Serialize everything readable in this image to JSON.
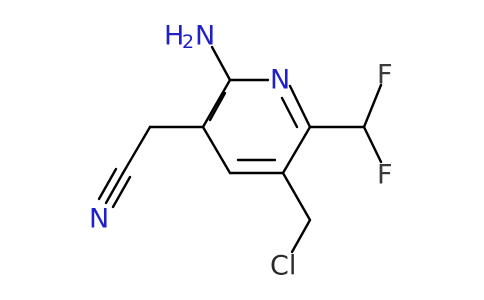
{
  "molecule": {
    "atoms": {
      "n_amine_h": "H",
      "n_amine_sub": "2",
      "n_amine_n": "N",
      "n_ring": "N",
      "f_top": "F",
      "f_bottom": "F",
      "n_nitrile": "N",
      "cl": "Cl"
    },
    "colors": {
      "nitrogen": "#2020c8",
      "fluorine": "#3a3a3a",
      "chlorine": "#2a2a2a",
      "bond": "#000000"
    }
  }
}
